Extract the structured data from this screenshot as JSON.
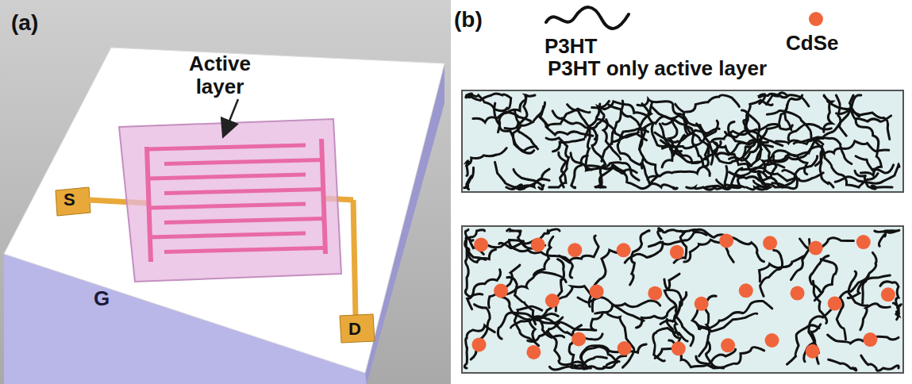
{
  "diagram": {
    "labels": [
      "(a)",
      "Active layer",
      "S",
      "D",
      "G",
      "(b)",
      "P3HT",
      "CdSe",
      "P3HT only active layer"
    ]
  }
}
